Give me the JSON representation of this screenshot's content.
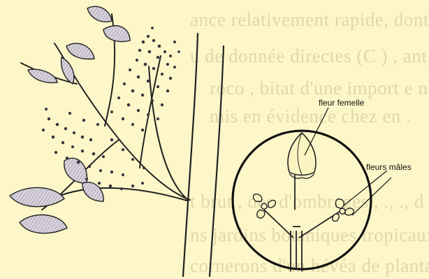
{
  "background_text": [
    "ance relativement rapide, dont la tr pour atte",
    "u de donnée directes (C ) , ant, la t",
    "roco , bitat d'une import e n",
    "mis en évidence chez en .",
    "t brut , des d'ombrages , ., ., d . a ts",
    "ns jardins botaniques tropicaux (George et Ha",
    "cornerons d'un hévéa de plantation est beaucou"
  ],
  "labels": {
    "female_flower": "fleur femelle",
    "male_flowers": "fleurs mâles"
  },
  "colors": {
    "paper": "#fdf6c8",
    "ink": "#222222",
    "leaf_fill": "#cfc9d6"
  }
}
